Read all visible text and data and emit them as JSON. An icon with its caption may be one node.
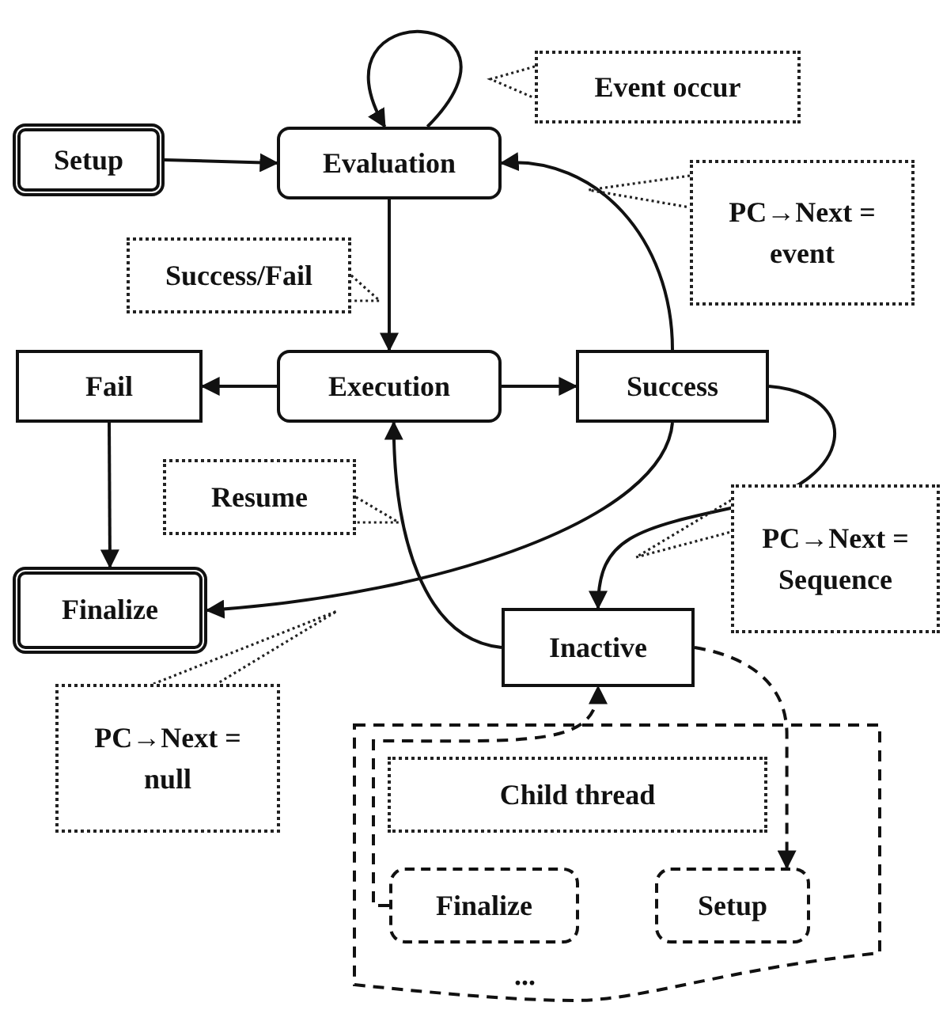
{
  "diagram": {
    "nodes": [
      {
        "text": [
          "Setup"
        ]
      },
      {
        "text": [
          "Evaluation"
        ]
      },
      {
        "text": [
          "Fail"
        ]
      },
      {
        "text": [
          "Execution"
        ]
      },
      {
        "text": [
          "Success"
        ]
      },
      {
        "text": [
          "Finalize"
        ]
      },
      {
        "text": [
          "Inactive"
        ]
      },
      {
        "text": [],
        "shape": "box"
      },
      {
        "text": [
          "Child thread"
        ],
        "in": 7
      },
      {
        "text": [
          "Finalize"
        ],
        "in": 7
      },
      {
        "text": [
          "Setup"
        ],
        "in": 7
      }
    ],
    "edges": [
      {
        "from": 0,
        "to": 1,
        "arrow": "to"
      },
      {
        "from": 1,
        "to": 1,
        "arrow": "to",
        "label": "Event occur"
      },
      {
        "from": 1,
        "to": 3,
        "arrow": "to",
        "label": "Success/Fail"
      },
      {
        "from": 3,
        "to": 2,
        "arrow": "to"
      },
      {
        "from": 3,
        "to": 4,
        "arrow": "to"
      },
      {
        "from": 2,
        "to": 5,
        "arrow": "to"
      },
      {
        "from": 4,
        "to": 1,
        "arrow": "to",
        "label": "PC→Next = event"
      },
      {
        "from": 4,
        "to": 6,
        "arrow": "to",
        "label": "PC→Next = Sequence"
      },
      {
        "from": 4,
        "to": 5,
        "arrow": "to",
        "label": "PC→Next = null"
      },
      {
        "from": 6,
        "to": 3,
        "arrow": "to",
        "label": "Resume"
      },
      {
        "from": 6,
        "to": 10,
        "arrow": "to",
        "style": "dashed"
      },
      {
        "from": 9,
        "to": 6,
        "arrow": "to",
        "style": "dashed"
      }
    ],
    "labels": [
      "..."
    ]
  }
}
